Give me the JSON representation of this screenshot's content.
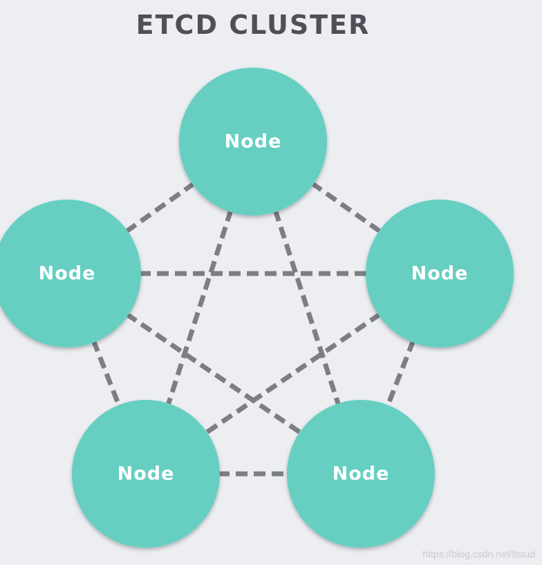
{
  "title": "ETCD CLUSTER",
  "nodes": [
    {
      "id": "top",
      "label": "Node"
    },
    {
      "id": "left",
      "label": "Node"
    },
    {
      "id": "right",
      "label": "Node"
    },
    {
      "id": "bottom-left",
      "label": "Node"
    },
    {
      "id": "bottom-right",
      "label": "Node"
    }
  ],
  "connections": [
    [
      "top",
      "left"
    ],
    [
      "top",
      "right"
    ],
    [
      "top",
      "bottom-left"
    ],
    [
      "top",
      "bottom-right"
    ],
    [
      "left",
      "right"
    ],
    [
      "left",
      "bottom-left"
    ],
    [
      "left",
      "bottom-right"
    ],
    [
      "right",
      "bottom-left"
    ],
    [
      "right",
      "bottom-right"
    ],
    [
      "bottom-left",
      "bottom-right"
    ]
  ],
  "colors": {
    "background": "#eceef2",
    "node_fill": "#66cfc2",
    "edge": "#7d7e83",
    "title": "#4e4f57",
    "node_text": "#ffffff"
  },
  "watermark": "https://blog.csdn.net/ltstud"
}
